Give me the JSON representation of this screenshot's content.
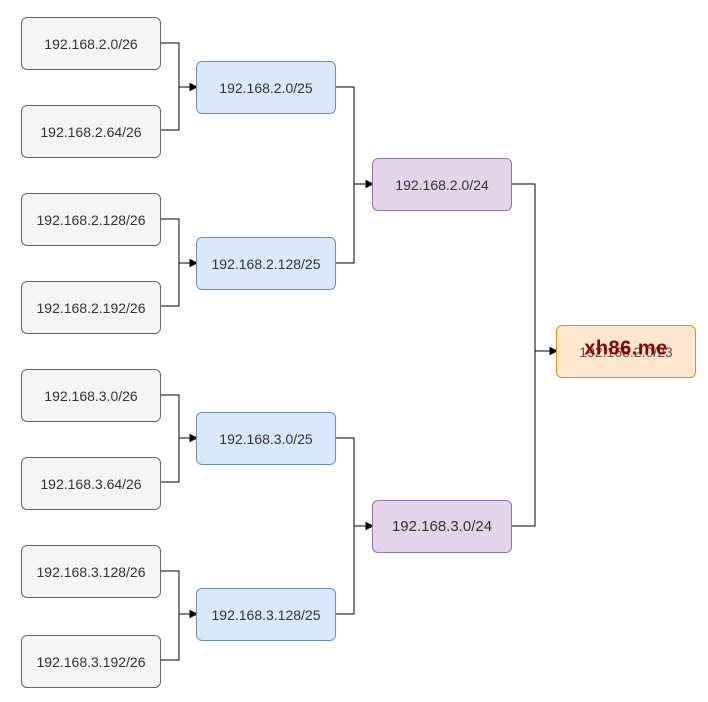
{
  "nodes": {
    "l26": [
      "192.168.2.0/26",
      "192.168.2.64/26",
      "192.168.2.128/26",
      "192.168.2.192/26",
      "192.168.3.0/26",
      "192.168.3.64/26",
      "192.168.3.128/26",
      "192.168.3.192/26"
    ],
    "l25": [
      "192.168.2.0/25",
      "192.168.2.128/25",
      "192.168.3.0/25",
      "192.168.3.128/25"
    ],
    "l24": [
      "192.168.2.0/24",
      "192.168.3.0/24"
    ],
    "l23": "192.168.2.0/23",
    "overlay_text": "xh86.me"
  },
  "colors": {
    "l26_fill": "#f5f5f5",
    "l25_fill": "#dae8fc",
    "l24_fill": "#e1d5e7",
    "l23_fill": "#ffe6cc",
    "overlay_text": "#8b0000"
  }
}
